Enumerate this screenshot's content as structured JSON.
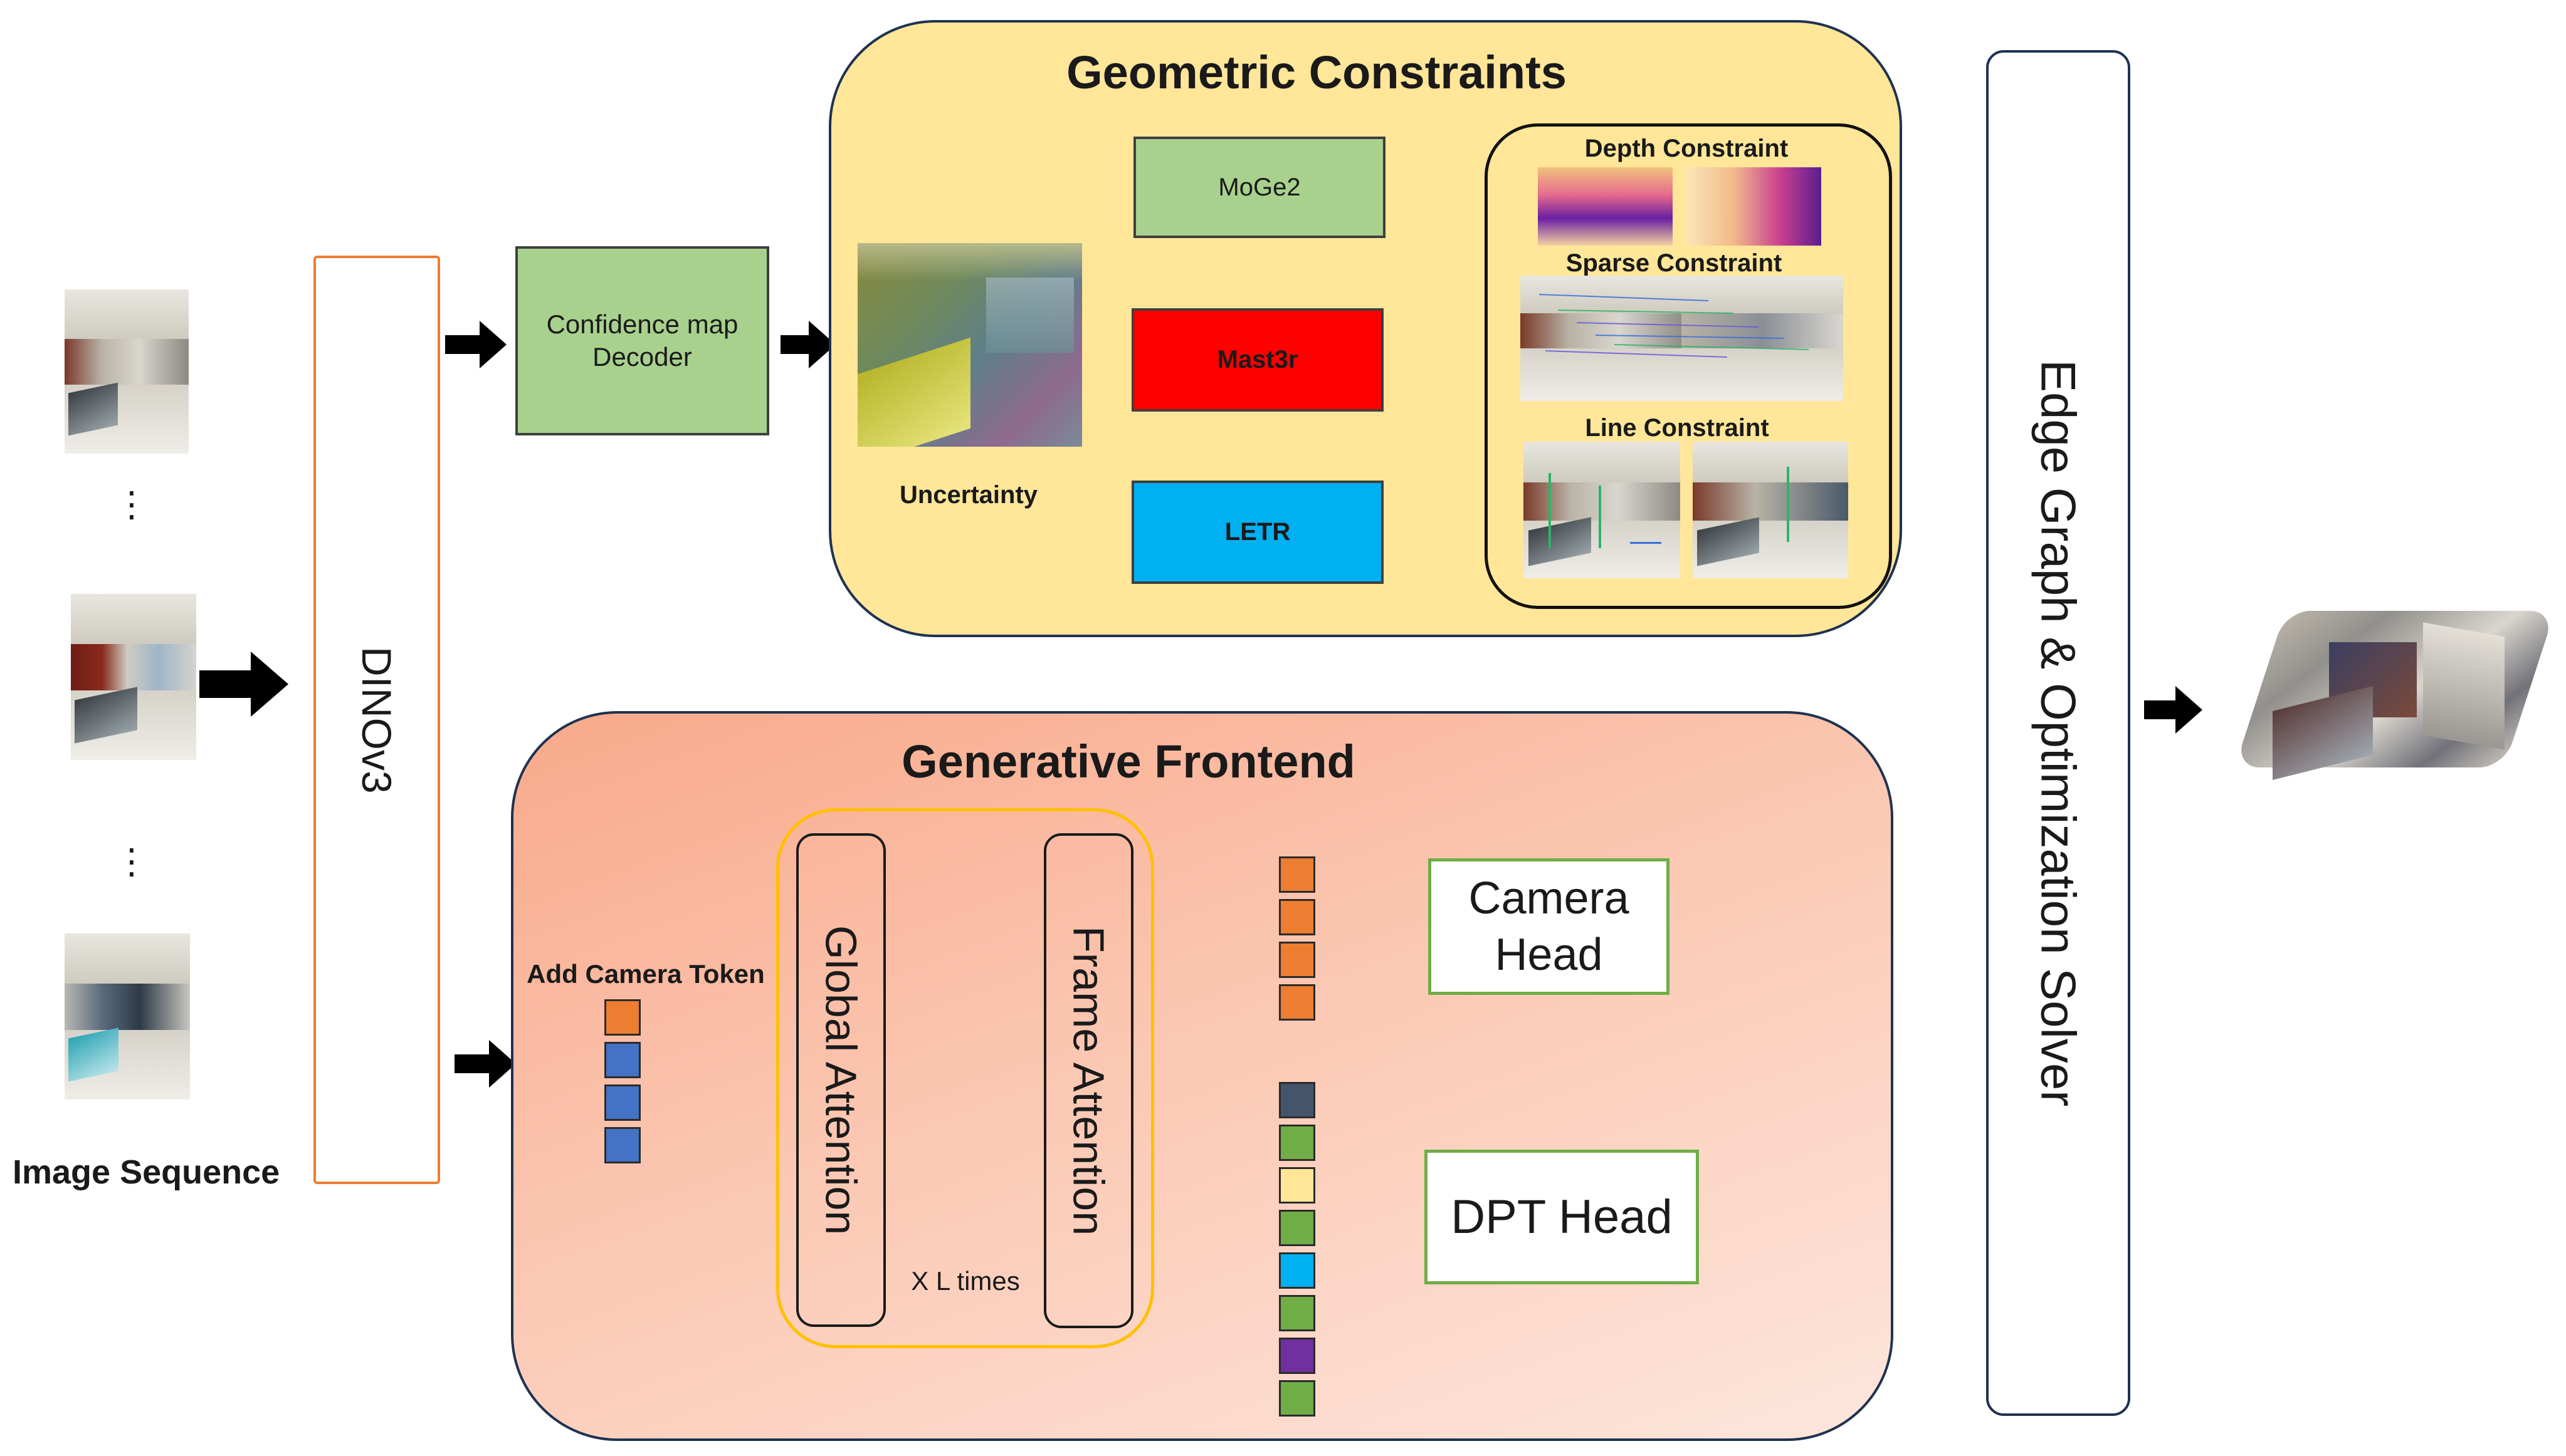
{
  "image_sequence": {
    "label": "Image Sequence",
    "dots": "⋮"
  },
  "backbone": {
    "label": "DINOv3"
  },
  "confidence_decoder": {
    "label": "Confidence map Decoder"
  },
  "uncertainty": {
    "label": "Uncertainty"
  },
  "geometric_constraints": {
    "title": "Geometric Constraints",
    "modules": [
      {
        "label": "MoGe2",
        "color": "#a9d18e"
      },
      {
        "label": "Mast3r",
        "color": "#ff0000"
      },
      {
        "label": "LETR",
        "color": "#00b0f0"
      }
    ],
    "constraints": {
      "depth": "Depth Constraint",
      "sparse": "Sparse Constraint",
      "line": "Line Constraint"
    },
    "fill": "#ffe699"
  },
  "generative_frontend": {
    "title": "Generative Frontend",
    "camera_token_label": "Add Camera Token",
    "global_attention": "Global Attention",
    "frame_attention": "Frame Attention",
    "repeat_label": "X L times",
    "camera_head": "Camera Head",
    "dpt_head": "DPT Head",
    "camera_token_colors": [
      "#ed7d31",
      "#4472c4",
      "#4472c4",
      "#4472c4"
    ],
    "camera_out_colors": [
      "#ed7d31",
      "#ed7d31",
      "#ed7d31",
      "#ed7d31"
    ],
    "dpt_token_colors": [
      "#44546a",
      "#70ad47",
      "#ffe699",
      "#70ad47",
      "#00b0f0",
      "#70ad47",
      "#7030a0",
      "#70ad47"
    ]
  },
  "solver": {
    "label": "Edge Graph & Optimization Solver"
  },
  "colors": {
    "arrow": "#000000",
    "decoder_fill": "#a9d18e",
    "head_border": "#70ad47",
    "backbone_border": "#ed7d31",
    "attention_group_border": "#ffc000",
    "frontend_fill_start": "#f8b08f",
    "frontend_fill_end": "#fde6dc"
  }
}
